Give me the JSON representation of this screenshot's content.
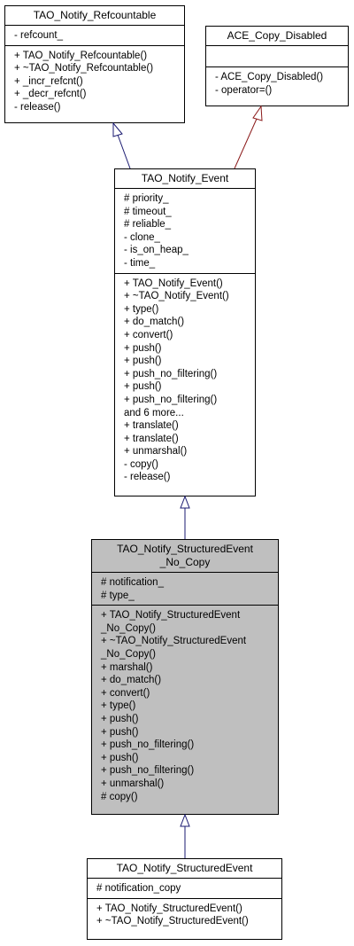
{
  "classes": {
    "refcountable": {
      "title": [
        "TAO_Notify_Refcountable"
      ],
      "attributes": [
        "- refcount_"
      ],
      "methods": [
        "+ TAO_Notify_Refcountable()",
        "+ ~TAO_Notify_Refcountable()",
        "+ _incr_refcnt()",
        "+ _decr_refcnt()",
        "- release()"
      ]
    },
    "copy_disabled": {
      "title": [
        "ACE_Copy_Disabled"
      ],
      "attributes": [],
      "methods": [
        "- ACE_Copy_Disabled()",
        "- operator=()"
      ]
    },
    "event": {
      "title": [
        "TAO_Notify_Event"
      ],
      "attributes": [
        "# priority_",
        "# timeout_",
        "# reliable_",
        "- clone_",
        "- is_on_heap_",
        "- time_"
      ],
      "methods": [
        "+ TAO_Notify_Event()",
        "+ ~TAO_Notify_Event()",
        "+ type()",
        "+ do_match()",
        "+ convert()",
        "+ push()",
        "+ push()",
        "+ push_no_filtering()",
        "+ push()",
        "+ push_no_filtering()",
        "and 6 more...",
        "+ translate()",
        "+ translate()",
        "+ unmarshal()",
        "- copy()",
        "- release()"
      ]
    },
    "structured_no_copy": {
      "title": [
        "TAO_Notify_StructuredEvent",
        "_No_Copy"
      ],
      "attributes": [
        "# notification_",
        "# type_"
      ],
      "methods": [
        "+ TAO_Notify_StructuredEvent",
        "_No_Copy()",
        "+ ~TAO_Notify_StructuredEvent",
        "_No_Copy()",
        "+ marshal()",
        "+ do_match()",
        "+ convert()",
        "+ type()",
        "+ push()",
        "+ push()",
        "+ push_no_filtering()",
        "+ push()",
        "+ push_no_filtering()",
        "+ unmarshal()",
        "# copy()"
      ]
    },
    "structured": {
      "title": [
        "TAO_Notify_StructuredEvent"
      ],
      "attributes": [
        "# notification_copy"
      ],
      "methods": [
        "+ TAO_Notify_StructuredEvent()",
        "+ ~TAO_Notify_StructuredEvent()"
      ]
    }
  },
  "colors": {
    "highlight_fill": "#bfbfbf",
    "public_inheritance": "#191970",
    "private_inheritance": "#8b1a1a"
  }
}
